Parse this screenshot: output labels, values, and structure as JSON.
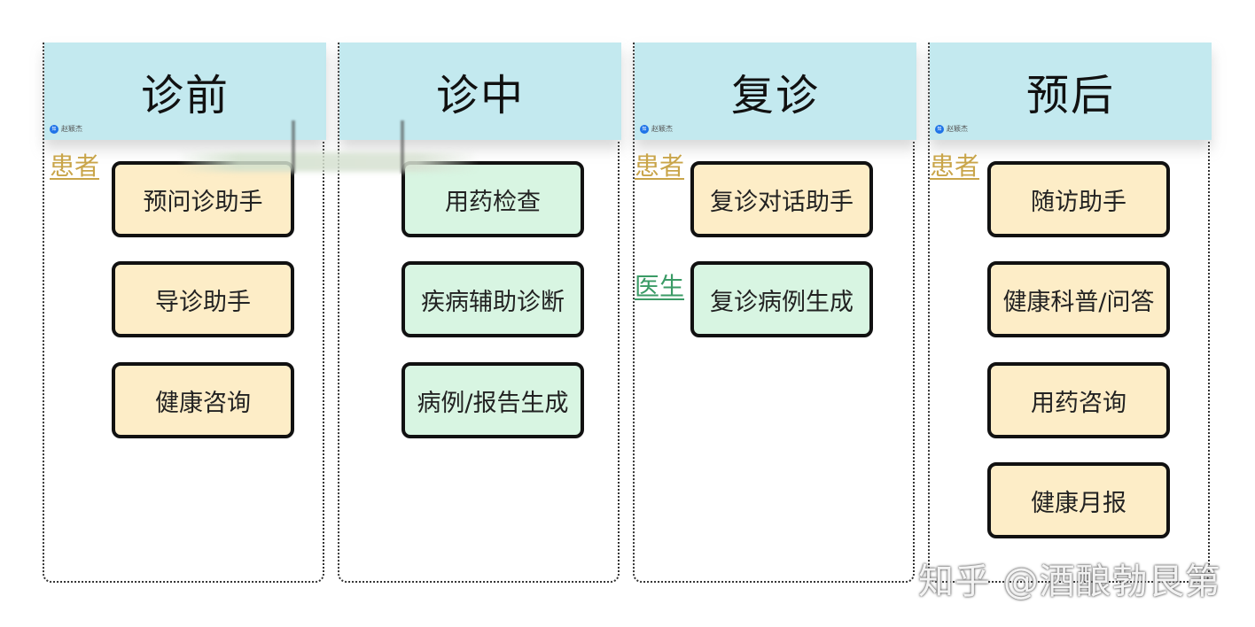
{
  "columns": [
    {
      "title": "诊前",
      "author": "赵颖杰",
      "roles": [
        {
          "label": "患者"
        }
      ],
      "items": [
        "预问诊助手",
        "导诊助手",
        "健康咨询"
      ]
    },
    {
      "title": "诊中",
      "author": "",
      "roles": [],
      "items": [
        "用药检查",
        "疾病辅助诊断",
        "病例/报告生成"
      ]
    },
    {
      "title": "复诊",
      "author": "赵颖杰",
      "roles": [
        {
          "label": "患者"
        },
        {
          "label": "医生"
        }
      ],
      "items": [
        "复诊对话助手",
        "复诊病例生成"
      ]
    },
    {
      "title": "预后",
      "author": "赵颖杰",
      "roles": [
        {
          "label": "患者"
        }
      ],
      "items": [
        "随访助手",
        "健康科普/问答",
        "用药咨询",
        "健康月报"
      ]
    }
  ],
  "colors": {
    "header": "#c3e9ef",
    "patient_box": "#fdedc7",
    "doctor_box": "#d8f5e2",
    "patient_role": "#c9a54a",
    "doctor_role": "#3b9b66"
  },
  "watermark": "知乎 @酒酿勃艮第"
}
